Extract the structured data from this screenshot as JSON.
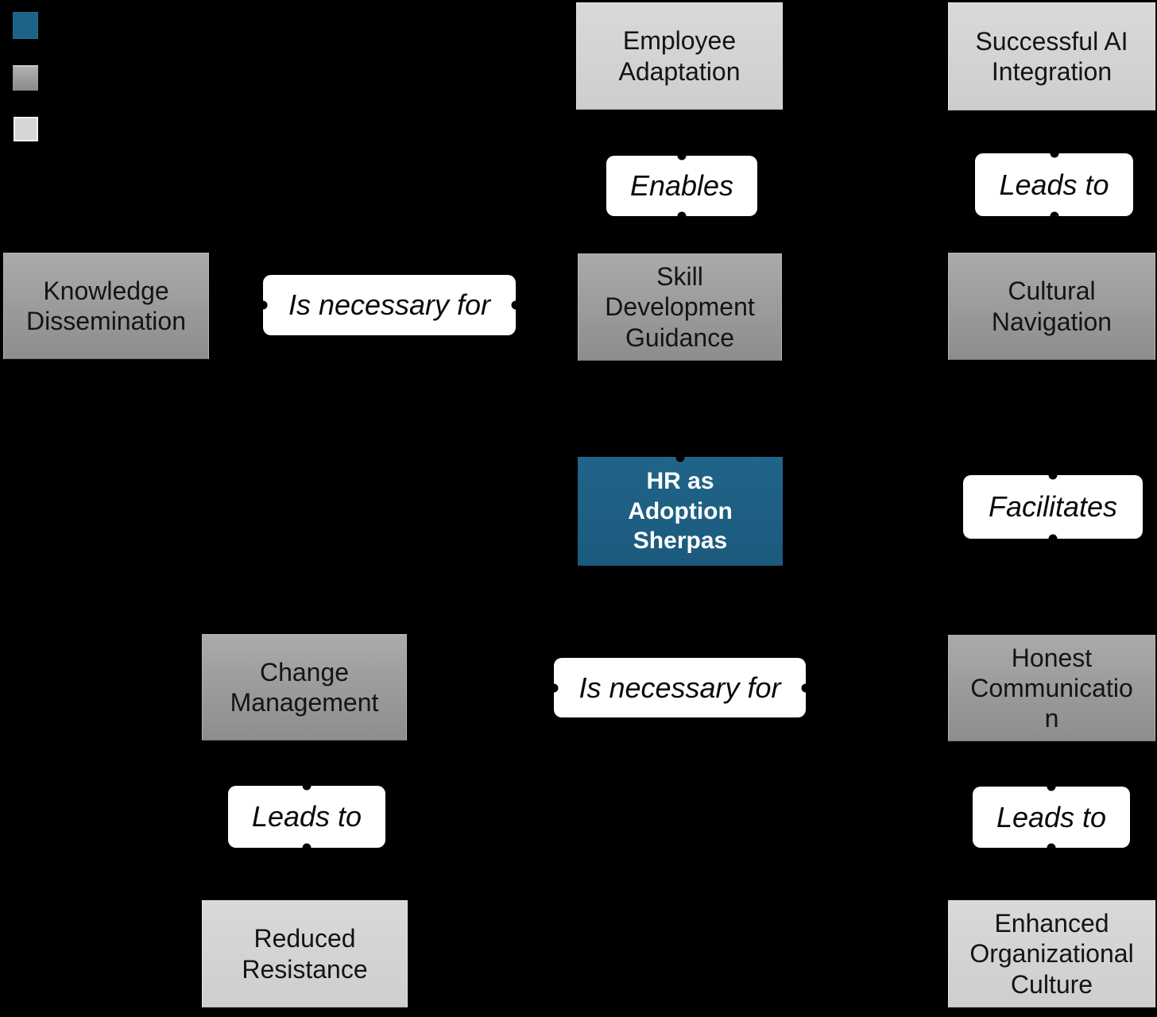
{
  "diagram": {
    "type": "concept-map",
    "background": "#000000"
  },
  "legend": {
    "items": [
      {
        "id": "central-concept",
        "color": "#1d6287"
      },
      {
        "id": "mid-level-concept",
        "color": "#9a9a9a"
      },
      {
        "id": "outcome-concept",
        "color": "#d6d6d6"
      }
    ]
  },
  "nodes": [
    {
      "id": "employee-adaptation",
      "label": "Employee Adaptation",
      "level": "outcome"
    },
    {
      "id": "successful-ai-integration",
      "label": "Successful AI Integration",
      "level": "outcome"
    },
    {
      "id": "knowledge-dissemination",
      "label": "Knowledge Dissemination",
      "level": "mid"
    },
    {
      "id": "skill-development-guidance",
      "label": "Skill Development Guidance",
      "level": "mid"
    },
    {
      "id": "cultural-navigation",
      "label": "Cultural Navigation",
      "level": "mid"
    },
    {
      "id": "hr-as-adoption-sherpas",
      "label": "HR as Adoption Sherpas",
      "level": "central"
    },
    {
      "id": "change-management",
      "label": "Change Management",
      "level": "mid"
    },
    {
      "id": "honest-communication",
      "label": "Honest Communication",
      "level": "mid"
    },
    {
      "id": "reduced-resistance",
      "label": "Reduced Resistance",
      "level": "outcome"
    },
    {
      "id": "enhanced-organizational-culture",
      "label": "Enhanced Organizational Culture",
      "level": "outcome"
    }
  ],
  "edge_labels": [
    {
      "id": "enables",
      "label": "Enables",
      "orientation": "vertical"
    },
    {
      "id": "leads-to-top-right",
      "label": "Leads to",
      "orientation": "vertical"
    },
    {
      "id": "is-necessary-for-left",
      "label": "Is necessary for",
      "orientation": "horizontal"
    },
    {
      "id": "facilitates",
      "label": "Facilitates",
      "orientation": "vertical"
    },
    {
      "id": "is-necessary-for-bottom",
      "label": "Is necessary for",
      "orientation": "horizontal"
    },
    {
      "id": "leads-to-bottom-left",
      "label": "Leads to",
      "orientation": "vertical"
    },
    {
      "id": "leads-to-bottom-right",
      "label": "Leads to",
      "orientation": "vertical"
    }
  ],
  "colors": {
    "background": "#000000",
    "central_node": "#1d6287",
    "mid_node_top": "#aaaaaa",
    "mid_node_bottom": "#8d8d8d",
    "outcome_node": "#d6d6d6",
    "edge_label_bg": "#ffffff",
    "node_text": "#141414",
    "central_node_text": "#ffffff",
    "connector_dot": "#000000"
  }
}
